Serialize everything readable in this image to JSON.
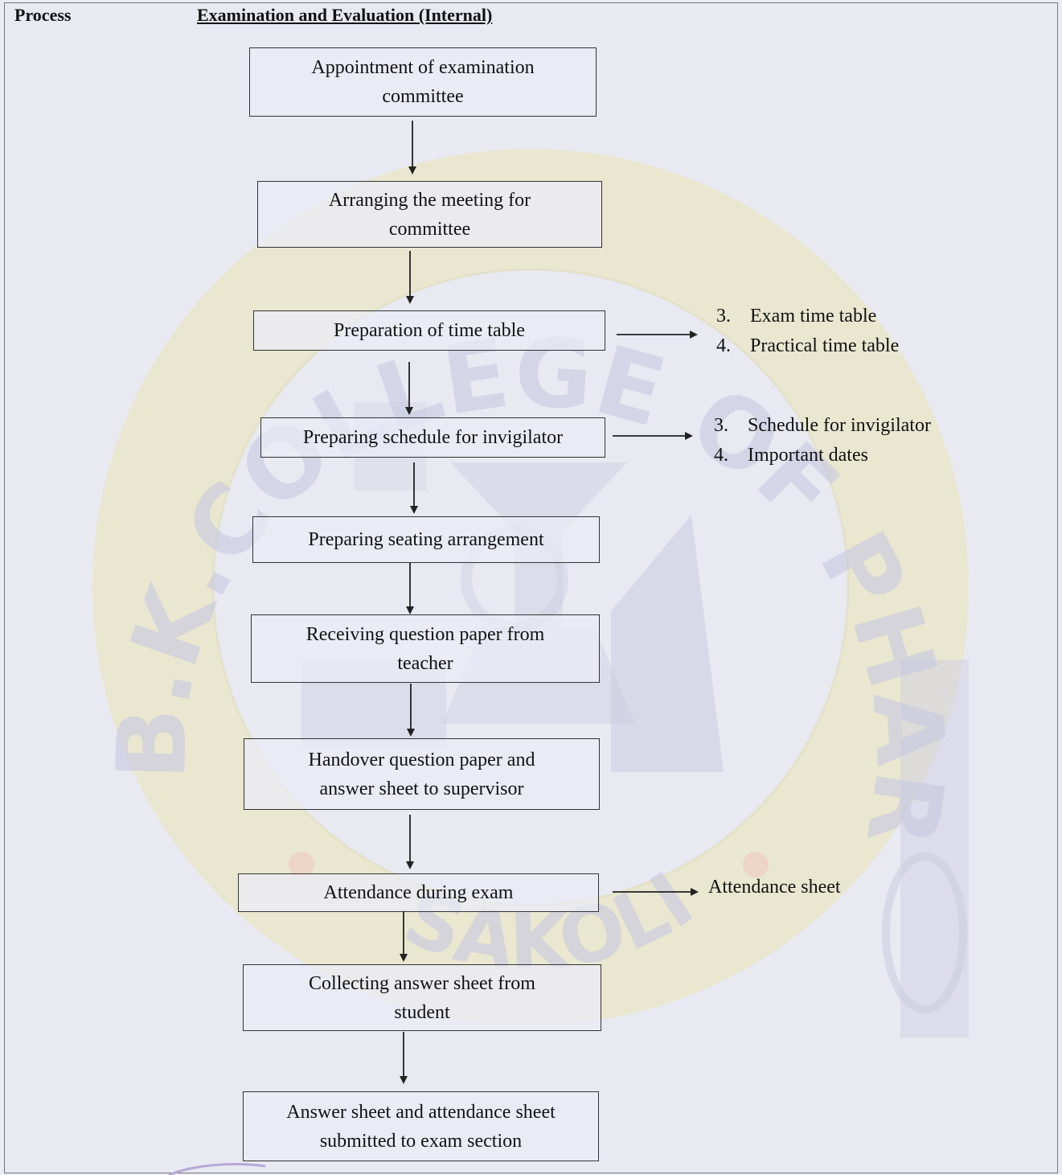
{
  "header": {
    "process_label": "Process",
    "title": "Examination and Evaluation (Internal)"
  },
  "watermark": {
    "ring_text": "B.K.COLLEGE OF PHARMACY",
    "bottom_text": "SAKOLI",
    "ring_color": "#e7e4a6",
    "letter_color": "#cbcde3"
  },
  "flow": {
    "steps": [
      {
        "line1": "Appointment of examination",
        "line2": "committee"
      },
      {
        "line1": "Arranging the meeting for",
        "line2": "committee"
      },
      {
        "line1": "Preparation of time table"
      },
      {
        "line1": "Preparing schedule for invigilator"
      },
      {
        "line1": "Preparing seating arrangement"
      },
      {
        "line1": "Receiving question paper from",
        "line2": "teacher"
      },
      {
        "line1": "Handover question paper and",
        "line2": "answer sheet to supervisor"
      },
      {
        "line1": "Attendance during exam"
      },
      {
        "line1": "Collecting answer sheet from",
        "line2": "student"
      },
      {
        "line1": "Answer sheet and attendance sheet",
        "line2": "submitted to exam section"
      }
    ]
  },
  "outputs": {
    "timetable": [
      {
        "num": "3.",
        "text": "Exam time table"
      },
      {
        "num": "4.",
        "text": "Practical time table"
      }
    ],
    "invigilator": [
      {
        "num": "3.",
        "text": "Schedule for invigilator"
      },
      {
        "num": "4.",
        "text": "Important dates"
      }
    ],
    "attendance": "Attendance sheet"
  },
  "colors": {
    "line": "#222222",
    "box_border": "#333333"
  }
}
